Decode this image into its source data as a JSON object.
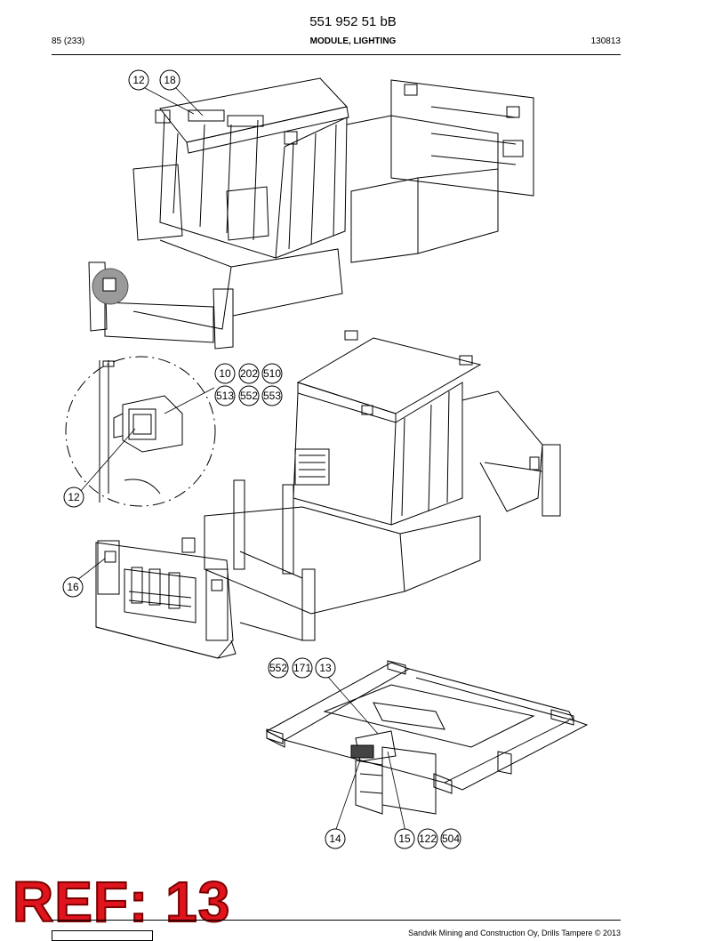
{
  "header": {
    "doc_number": "551 952 51 bB",
    "page": "85 (233)",
    "section": "MODULE, LIGHTING",
    "date_code": "130813"
  },
  "callouts": {
    "c12a": "12",
    "c18": "18",
    "c10": "10",
    "c202": "202",
    "c510": "510",
    "c513": "513",
    "c552a": "552",
    "c553": "553",
    "c12b": "12",
    "c16": "16",
    "c552b": "552",
    "c171": "171",
    "c13": "13",
    "c14": "14",
    "c15": "15",
    "c122": "122",
    "c504": "504"
  },
  "ref_stamp": "REF: 13",
  "footer": {
    "copyright": "Sandvik Mining and Construction Oy, Drills Tampere © 2013"
  }
}
